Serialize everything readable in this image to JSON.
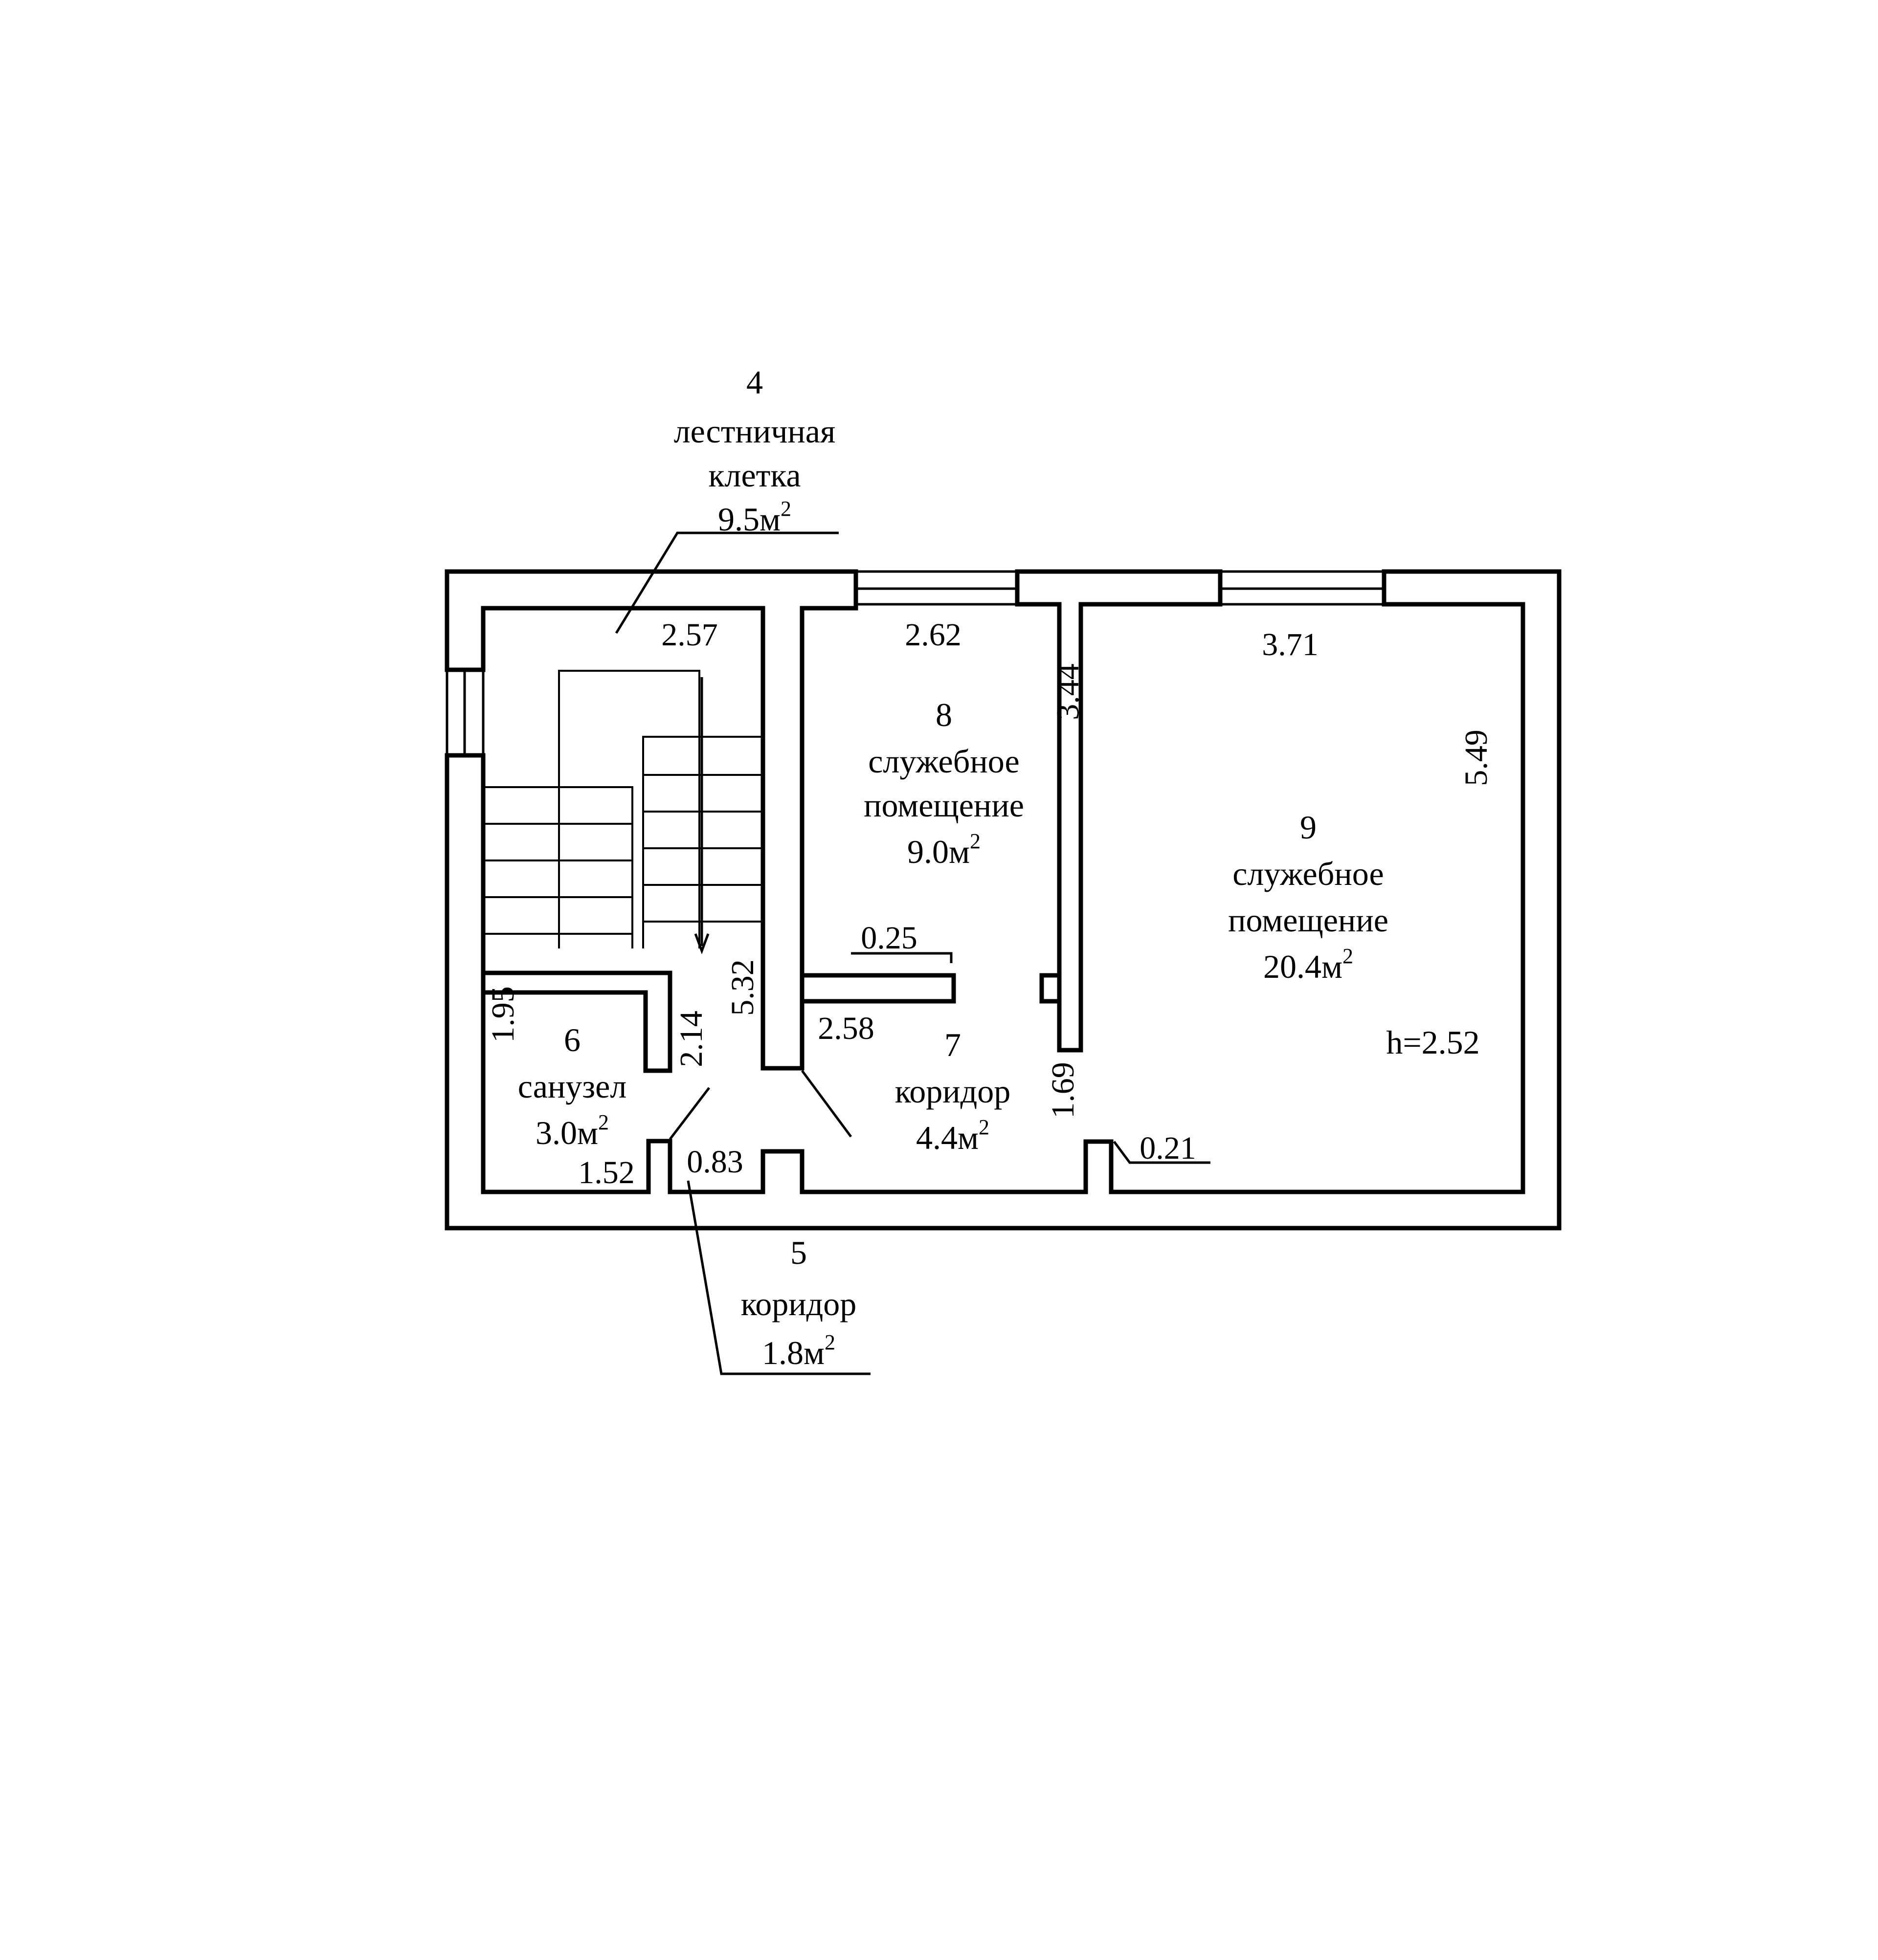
{
  "rooms": {
    "r4": {
      "number": "4",
      "name_line1": "лестничная",
      "name_line2": "клетка",
      "area": "9.5м",
      "area_sup": "2"
    },
    "r5": {
      "number": "5",
      "name": "коридор",
      "area": "1.8м",
      "area_sup": "2"
    },
    "r6": {
      "number": "6",
      "name": "санузел",
      "area": "3.0м",
      "area_sup": "2"
    },
    "r7": {
      "number": "7",
      "name": "коридор",
      "area": "4.4м",
      "area_sup": "2"
    },
    "r8": {
      "number": "8",
      "name_line1": "служебное",
      "name_line2": "помещение",
      "area": "9.0м",
      "area_sup": "2"
    },
    "r9": {
      "number": "9",
      "name_line1": "служебное",
      "name_line2": "помещение",
      "area": "20.4м",
      "area_sup": "2"
    }
  },
  "dimensions": {
    "stair_width": "2.57",
    "room8_width": "2.62",
    "room8_length": "3.44",
    "room9_width": "3.71",
    "room9_length": "5.49",
    "bath_length": "1.95",
    "bath_width": "1.52",
    "corridor5_length": "2.14",
    "corridor5_width": "0.83",
    "stair_length": "5.32",
    "wall_thickness_a": "0.25",
    "corridor7_width": "2.58",
    "corridor7_length": "1.69",
    "wall_thickness_b": "0.21"
  },
  "ceiling_height": "h=2.52"
}
